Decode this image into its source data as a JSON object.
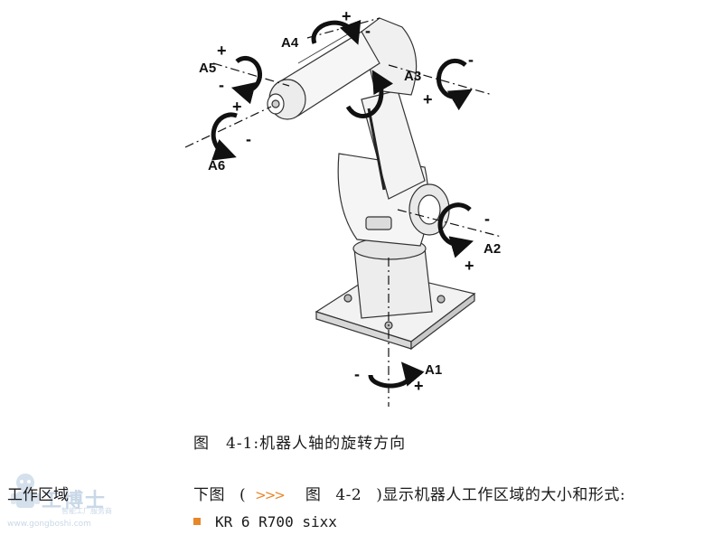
{
  "figure": {
    "axes": [
      {
        "label": "A1",
        "plus": "+",
        "minus": "-"
      },
      {
        "label": "A2",
        "plus": "+",
        "minus": "-"
      },
      {
        "label": "A3",
        "plus": "+",
        "minus": "-"
      },
      {
        "label": "A4",
        "plus": "+",
        "minus": "-"
      },
      {
        "label": "A5",
        "plus": "+",
        "minus": "-"
      },
      {
        "label": "A6",
        "plus": "+",
        "minus": "-"
      }
    ],
    "caption_prefix": "图",
    "caption_number": "4-1:",
    "caption_text": "机器人轴的旋转方向"
  },
  "section": {
    "label": "工作区域",
    "text_before": "下图",
    "paren_open": "(",
    "ref_arrow": ">>>",
    "ref_prefix": "图",
    "ref_number": "4-2",
    "paren_close": ")",
    "text_after": "显示机器人工作区域的大小和形式:"
  },
  "bullets": [
    {
      "text": "KR 6 R700 sixx"
    }
  ],
  "watermark": {
    "name": "工博士",
    "sub": "智能工厂服务商",
    "url": "www.gongboshi.com"
  },
  "colors": {
    "accent": "#e8862a",
    "text": "#1a1a1a",
    "watermark": "#b7cbe0"
  }
}
